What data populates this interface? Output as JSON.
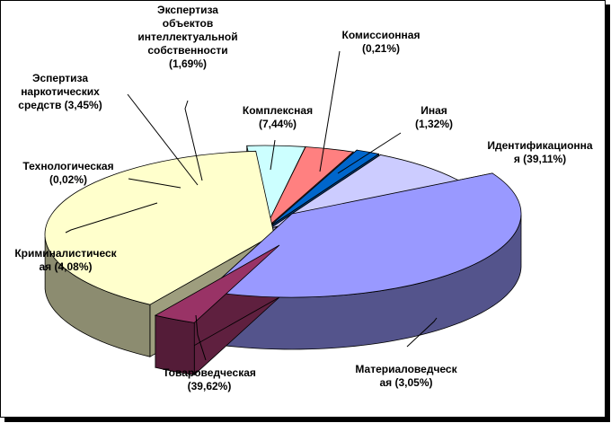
{
  "chart_data": {
    "type": "pie",
    "title": "",
    "slices": [
      {
        "key": "ident",
        "label": [
          "Идентификационна",
          "я (39,11%)"
        ],
        "value": 39.11,
        "color": "#9999ff"
      },
      {
        "key": "mater",
        "label": [
          "Материаловедческ",
          "ая (3,05%)"
        ],
        "value": 3.05,
        "color": "#993366"
      },
      {
        "key": "tovar",
        "label": [
          "Товароведческая",
          "(39,62%)"
        ],
        "value": 39.62,
        "color": "#ffffcc"
      },
      {
        "key": "krim",
        "label": [
          "Криминалистическ",
          "ая (4,08%)"
        ],
        "value": 4.08,
        "color": "#ccffff"
      },
      {
        "key": "tehno",
        "label": [
          "Технологическая",
          "(0,02%)"
        ],
        "value": 0.02,
        "color": "#660066"
      },
      {
        "key": "narko",
        "label": [
          "Эспертиза",
          "наркотических",
          "средств (3,45%)"
        ],
        "value": 3.45,
        "color": "#ff8080"
      },
      {
        "key": "intel",
        "label": [
          "Экспертиза",
          "объектов",
          "интеллектуальной",
          "собственности",
          "(1,69%)"
        ],
        "value": 1.69,
        "color": "#0066cc"
      },
      {
        "key": "kompl",
        "label": [
          "Комплексная",
          "(7,44%)"
        ],
        "value": 7.44,
        "color": "#ccccff"
      },
      {
        "key": "komis",
        "label": [
          "Комиссионная",
          "(0,21%)"
        ],
        "value": 0.21,
        "color": "#000080"
      },
      {
        "key": "inaya",
        "label": [
          "Иная",
          "(1,32%)"
        ],
        "value": 1.32,
        "color": "#ff00ff"
      }
    ],
    "legend": "none",
    "grid": false
  }
}
